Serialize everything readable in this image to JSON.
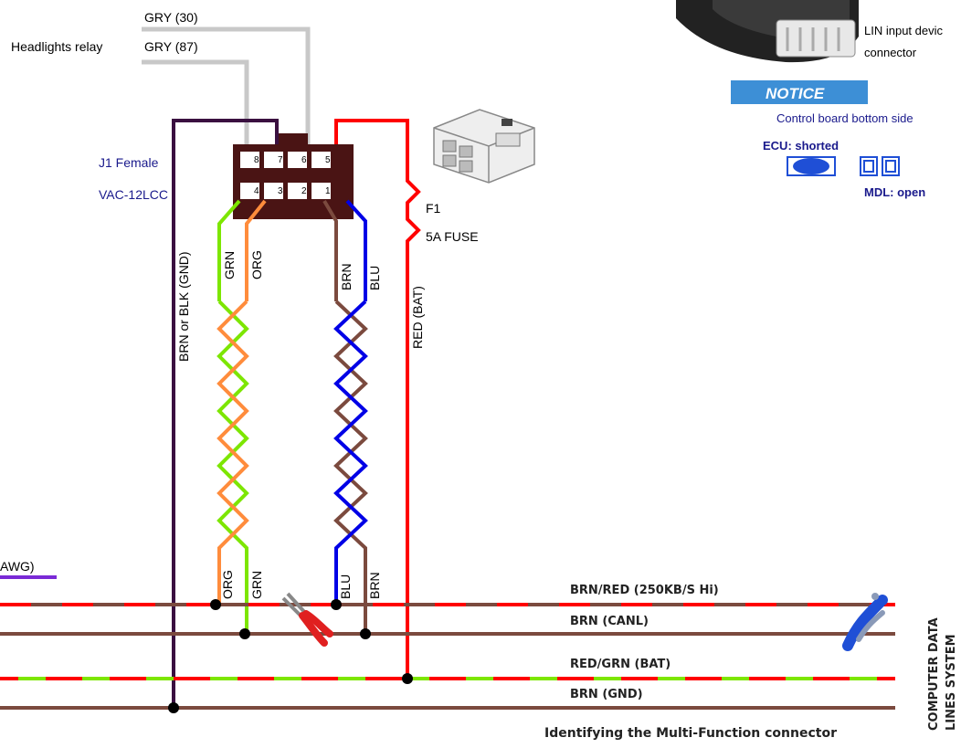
{
  "top_labels": {
    "gry30": "GRY (30)",
    "headlights_relay": "Headlights relay",
    "gry87": "GRY (87)"
  },
  "connector": {
    "name": "J1 Female",
    "part": "VAC-12LCC",
    "pins_top": [
      "8",
      "7",
      "6",
      "5"
    ],
    "pins_bottom": [
      "4",
      "3",
      "2",
      "1"
    ]
  },
  "fuse": {
    "id": "F1",
    "rating": "5A FUSE"
  },
  "wire_labels": {
    "ground": "BRN or BLK (GND)",
    "battery": "RED (BAT)",
    "grn": "GRN",
    "org": "ORG",
    "brn": "BRN",
    "blu": "BLU",
    "awg": "AWG)"
  },
  "lin": {
    "label_line1": "LIN input devic",
    "label_line2": "connector"
  },
  "notice": {
    "badge": "NOTICE",
    "title": "Control board bottom side",
    "ecu": "ECU: shorted",
    "mdl": "MDL: open"
  },
  "bus_labels": {
    "canh": "BRN/RED (250KB/S Hi)",
    "canl": "BRN (CANL)",
    "bat": "RED/GRN (BAT)",
    "gnd": "BRN (GND)"
  },
  "side_label": {
    "line1": "COMPUTER DATA",
    "line2": "LINES SYSTEM"
  },
  "caption": "Identifying the Multi-Function connector",
  "colors": {
    "grey": "#c8c8c8",
    "dark_purple": "#3a1040",
    "red": "#ff0000",
    "green": "#7de600",
    "orange": "#ff8c3c",
    "brown": "#7b4a3e",
    "blue": "#0000e6",
    "connector": "#4a1414",
    "notice": "#3d8fd6"
  }
}
